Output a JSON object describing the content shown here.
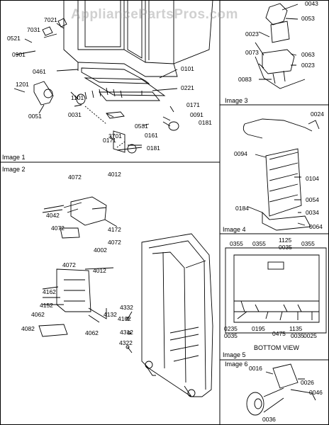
{
  "watermark": "AppliancePartsPros.com",
  "images": {
    "i1": {
      "title": "Image 1",
      "labels": [
        "7021",
        "7031",
        "0521",
        "0901",
        "0461",
        "1201",
        "0051",
        "0031",
        "1101",
        "0101",
        "0221",
        "0531",
        "0171",
        "0091",
        "0181",
        "3701",
        "0161",
        "0171",
        "0181"
      ]
    },
    "i2": {
      "title": "Image 2",
      "labels": [
        "4072",
        "4012",
        "4042",
        "4072",
        "4172",
        "4072",
        "4002",
        "4072",
        "4012",
        "4162",
        "4152",
        "4062",
        "4082",
        "4062",
        "4132",
        "4332",
        "4102",
        "4312",
        "4322"
      ]
    },
    "i3": {
      "title": "Image 3",
      "labels": [
        "0043",
        "0053",
        "0023",
        "0073",
        "0063",
        "0023",
        "0083"
      ]
    },
    "i4": {
      "title": "Image 4",
      "labels": [
        "0024",
        "0094",
        "0104",
        "0054",
        "0184",
        "0034",
        "0064"
      ]
    },
    "i5": {
      "title": "Image 5",
      "labels": [
        "0355",
        "0355",
        "1125",
        "0035",
        "0355",
        "0235",
        "0035",
        "0195",
        "0475",
        "1135",
        "0035",
        "0025"
      ],
      "caption": "BOTTOM VIEW"
    },
    "i6": {
      "title": "Image 6",
      "labels": [
        "0016",
        "0026",
        "0046",
        "0036"
      ]
    }
  }
}
